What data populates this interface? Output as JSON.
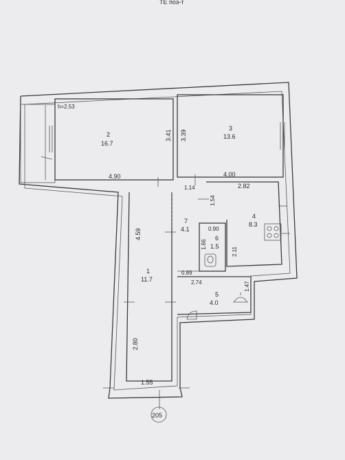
{
  "header_text": "ТЕ поэ-т",
  "ceiling_height": "h=2.53",
  "rooms": [
    {
      "number": "1",
      "area": "11.7"
    },
    {
      "number": "2",
      "area": "16.7"
    },
    {
      "number": "3",
      "area": "13.6"
    },
    {
      "number": "4",
      "area": "8.3"
    },
    {
      "number": "5",
      "area": "4.0"
    },
    {
      "number": "6",
      "area": "1.5"
    },
    {
      "number": "7",
      "area": "4.1"
    }
  ],
  "dimensions": {
    "room2_width": "4.90",
    "room2_depth": "3.41",
    "room3_depth": "3.39",
    "room3_width": "4.00",
    "door_gap": "1.14",
    "hall_length": "4.59",
    "corridor_length": "2.80",
    "entry_width": "1.55",
    "kitchen_width": "2.82",
    "kitchen_side": "1.54",
    "bath_width": "0.90",
    "bath_depth": "1.66",
    "wc_depth": "2.11",
    "small_gap": "0.89",
    "room5_width": "2.74",
    "room5_depth": "1.47"
  },
  "circle_label": "205"
}
